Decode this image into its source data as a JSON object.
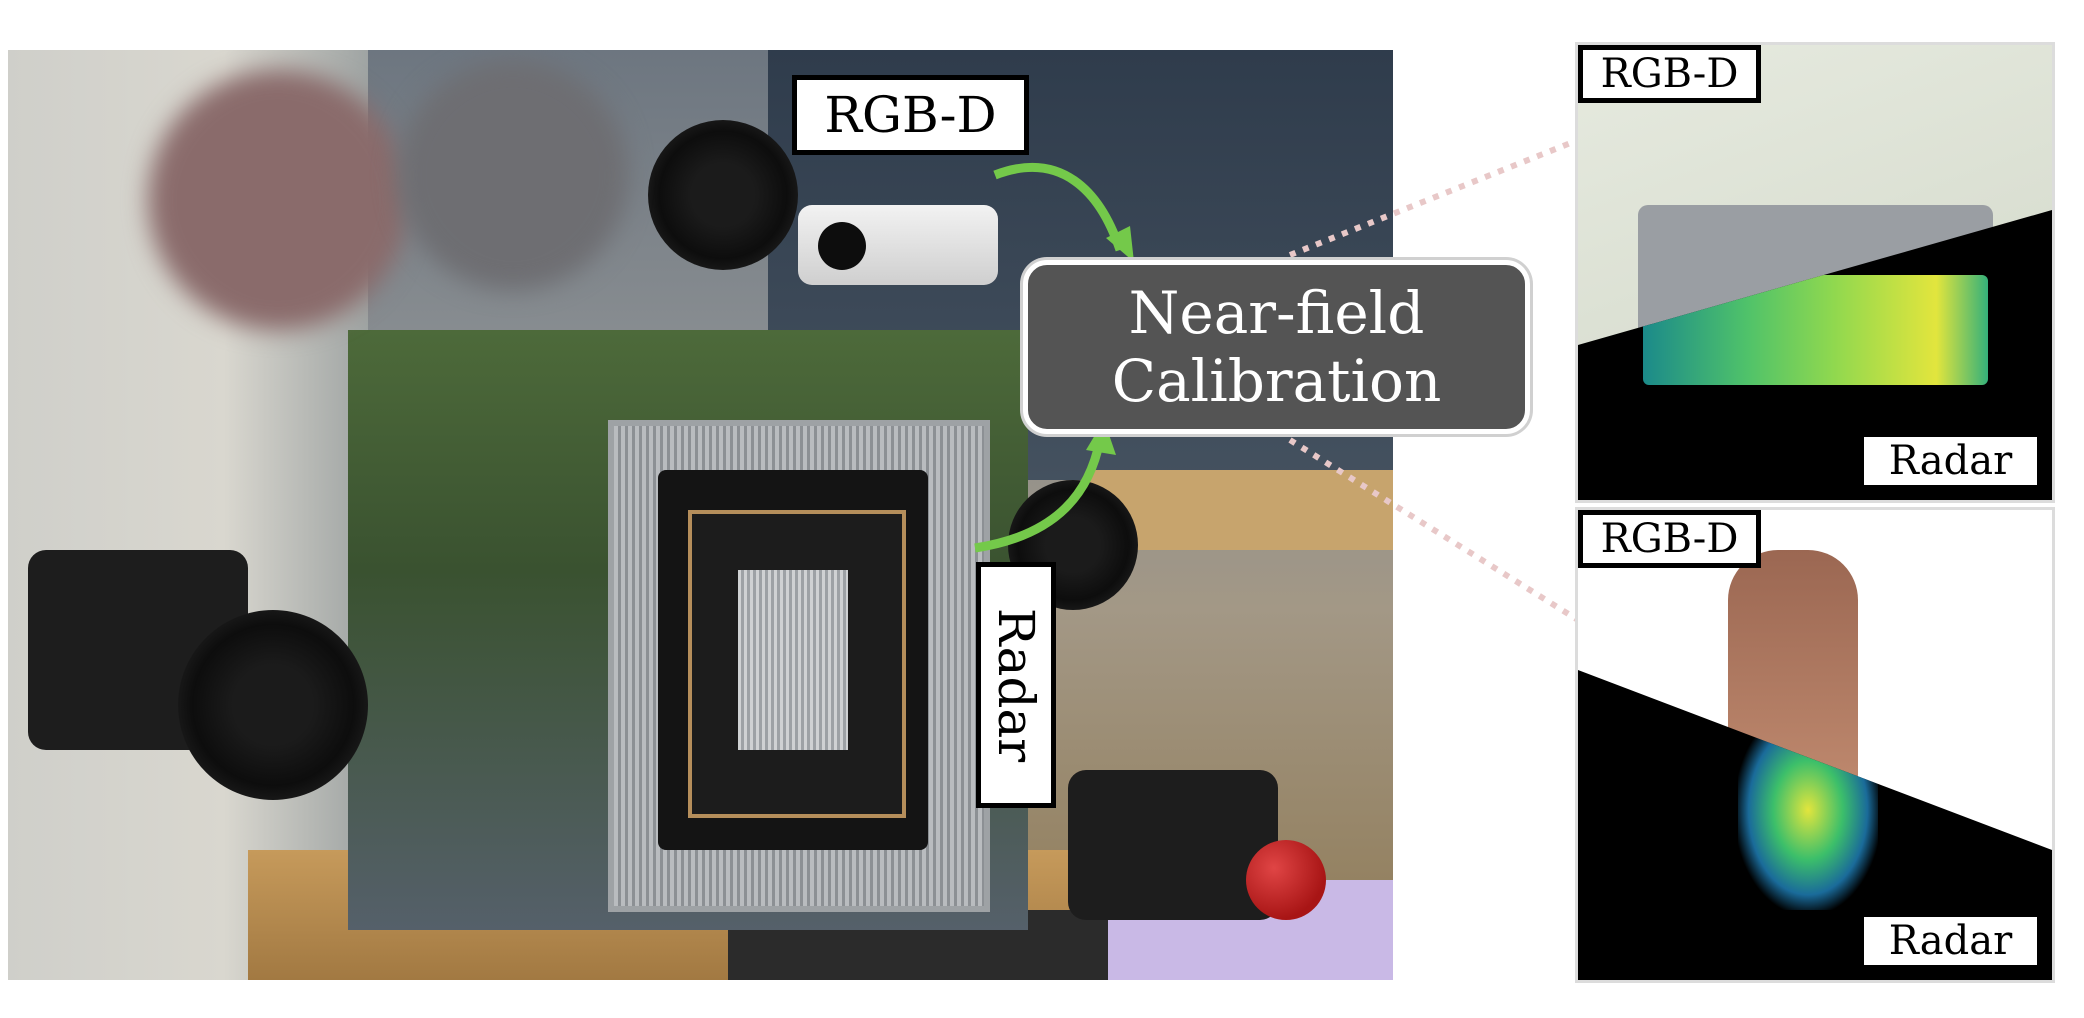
{
  "labels": {
    "rgbd": "RGB-D",
    "radar": "Radar",
    "calibration_line1": "Near-field",
    "calibration_line2": "Calibration"
  },
  "panels": {
    "top": {
      "rgbd": "RGB-D",
      "radar": "Radar"
    },
    "bottom": {
      "rgbd": "RGB-D",
      "radar": "Radar"
    }
  },
  "colors": {
    "arrow": "#74c94a",
    "callout_bg": "#545454",
    "dotted_connector": "#e8c8c8"
  }
}
